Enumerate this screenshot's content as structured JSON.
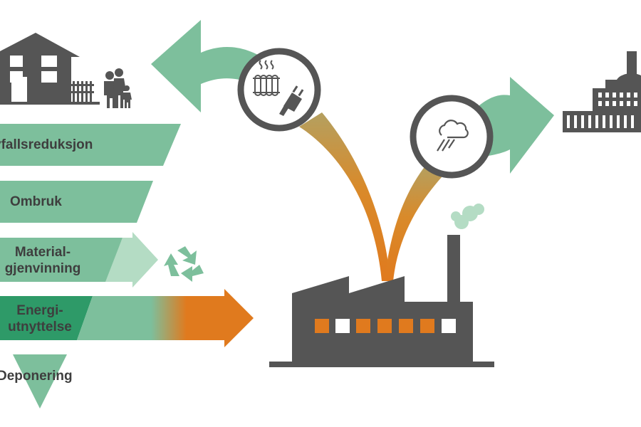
{
  "hierarchy": {
    "levels": [
      {
        "label": "Avfallsreduksjon"
      },
      {
        "label": "Ombruk"
      },
      {
        "label": "Material-\ngjenvinning"
      },
      {
        "label": "Energi-\nutnyttelse"
      },
      {
        "label": "Deponering"
      }
    ]
  },
  "icons": {
    "house": "house-icon",
    "family": "family-icon",
    "recycle": "recycle-icon",
    "radiator": "radiator-icon",
    "plug": "power-plug-icon",
    "steam": "steam-icon",
    "factory": "factory-icon",
    "industry": "industrial-building-icon"
  },
  "colors": {
    "green": "#7dbf9c",
    "light_green": "#b4dcc4",
    "dark_green": "#2e9a68",
    "orange": "#e07a1e",
    "dark_gray": "#555555",
    "text": "#3e3e3e"
  }
}
